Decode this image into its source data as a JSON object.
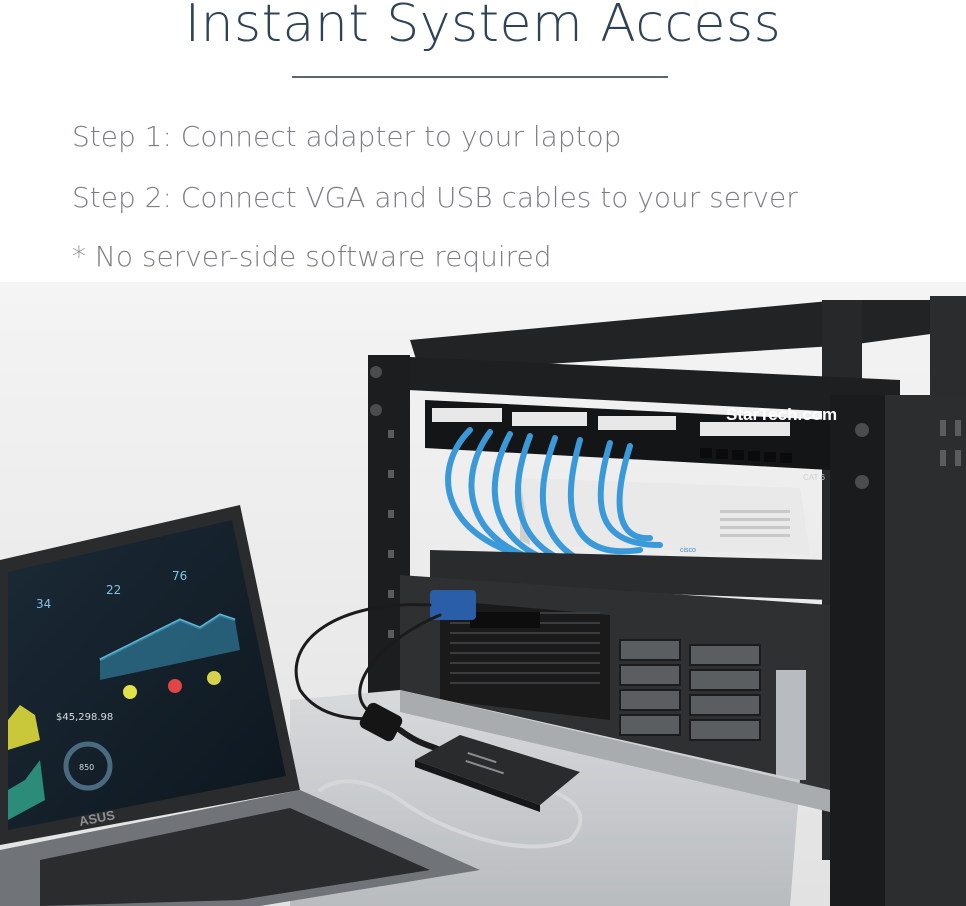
{
  "heading": "Instant System Access",
  "steps": [
    "Step 1: Connect adapter to your laptop",
    "Step 2: Connect VGA and USB cables to your server",
    "* No server-side software required"
  ],
  "rack": {
    "brand_label": "StarTech.com",
    "patch_panel_label": "CAT 6",
    "switch_brand": "cisco"
  },
  "laptop": {
    "brand": "ASUS",
    "screen_readouts": [
      "34",
      "22",
      "76",
      "$45,298.98",
      "850"
    ]
  },
  "colors": {
    "heading": "#2f4356",
    "body_text": "#7b7e82",
    "rack_frame": "#1e1f21",
    "patch_cable": "#3a9ad9",
    "adapter": "#2a2b2d"
  }
}
